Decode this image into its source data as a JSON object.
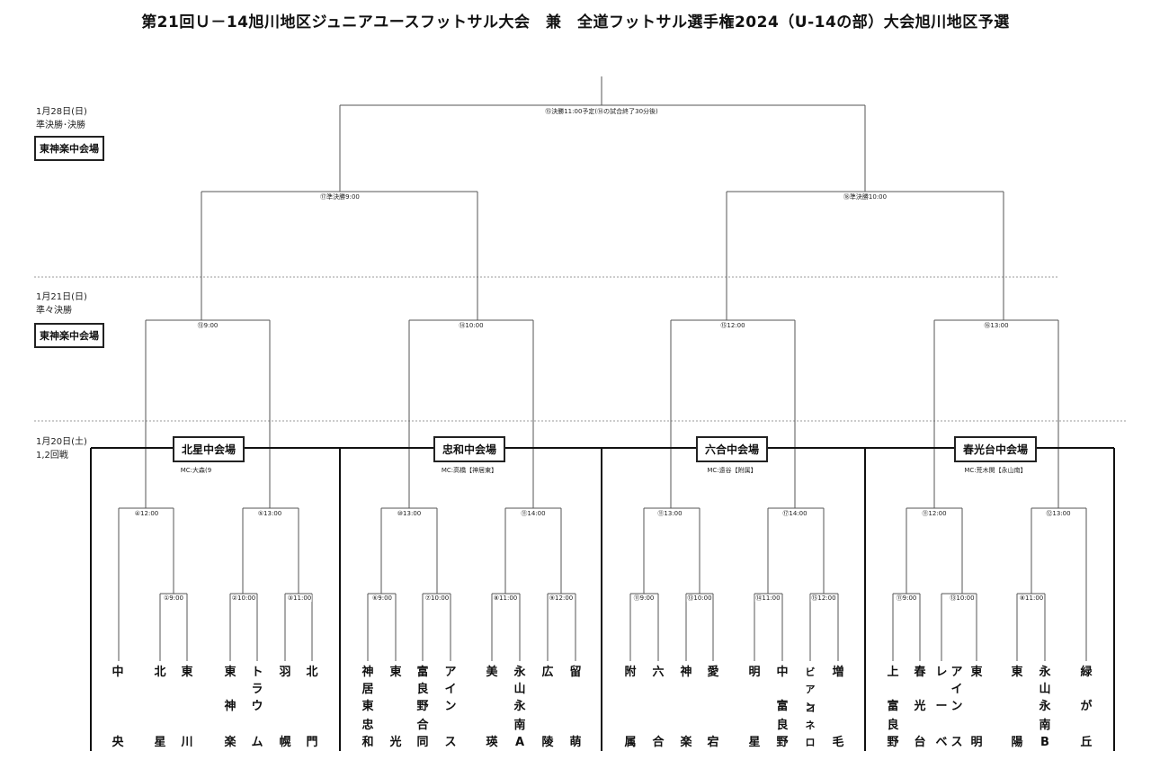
{
  "title": "第21回Ｕ－14旭川地区ジュニアユースフットサル大会　兼　全道フットサル選手権2024（U-14の部）大会旭川地区予選",
  "days": [
    {
      "date": "1月28日(日)",
      "round": "準決勝･決勝",
      "venue": "東神楽中会場"
    },
    {
      "date": "1月21日(日)",
      "round": "準々決勝",
      "venue": "東神楽中会場"
    },
    {
      "date": "1月20日(土)",
      "round": "1,2回戦"
    }
  ],
  "venues": [
    {
      "name": "北星中会場",
      "mc": "MC:大森(9"
    },
    {
      "name": "忠和中会場",
      "mc": "MC:高橋【神居東】"
    },
    {
      "name": "六合中会場",
      "mc": "MC:遠谷【附属】"
    },
    {
      "name": "春光台中会場",
      "mc": "MC:荒木関【永山南】"
    }
  ],
  "matches": {
    "final": "⑮決勝11:00予定(⑭の試合終了30分後)",
    "sf1": "⑰準決勝9:00",
    "sf2": "⑱準決勝10:00",
    "qf1": "⑬9:00",
    "qf2": "⑭10:00",
    "qf3": "⑮12:00",
    "qf4": "⑯13:00",
    "r2_1": "④12:00",
    "r2_2": "⑤13:00",
    "r2_3": "⑩13:00",
    "r2_4": "⑪14:00",
    "r2_5": "⑪13:00",
    "r2_6": "⑰14:00",
    "r2_7": "⑪12:00",
    "r2_8": "⑫13:00",
    "r1_1": "①9:00",
    "r1_2": "②10:00",
    "r1_3": "③11:00",
    "r1_4": "⑥9:00",
    "r1_5": "⑦10:00",
    "r1_6": "⑧11:00",
    "r1_7": "⑨12:00",
    "r1_8": "⑪9:00",
    "r1_9": "⑬10:00",
    "r1_10": "⑭11:00",
    "r1_11": "⑮12:00",
    "r1_12": "⑪9:00",
    "r1_13": "⑬10:00",
    "r1_14": "⑧11:00"
  },
  "teams": [
    {
      "top": "中",
      "bottom": "央"
    },
    {
      "top": "北",
      "bottom": "星"
    },
    {
      "top": "東",
      "bottom": "川"
    },
    {
      "top": "東\n\n神",
      "bottom": "楽"
    },
    {
      "top": "ト\nラ\nウ",
      "bottom": "ム"
    },
    {
      "top": "羽",
      "bottom": "幌"
    },
    {
      "top": "北",
      "bottom": "門"
    },
    {
      "top": "神\n居\n東",
      "bottom": "忠\n和"
    },
    {
      "top": "東",
      "bottom": "光"
    },
    {
      "top": "富\n良\n野",
      "bottom": "合\n同"
    },
    {
      "top": "ア\nイ\nン",
      "bottom": "ス"
    },
    {
      "top": "美",
      "bottom": "瑛"
    },
    {
      "top": "永\n山\n永",
      "bottom": "南\nA"
    },
    {
      "top": "広",
      "bottom": "陵"
    },
    {
      "top": "留",
      "bottom": "萌"
    },
    {
      "top": "附",
      "bottom": "属"
    },
    {
      "top": "六",
      "bottom": "合"
    },
    {
      "top": "神",
      "bottom": "楽"
    },
    {
      "top": "愛",
      "bottom": "宕"
    },
    {
      "top": "明",
      "bottom": "星"
    },
    {
      "top": "中\n\n富",
      "bottom": "良\n野"
    },
    {
      "top": "ビ\nア\nン",
      "bottom": "コ\nネ\nロ"
    },
    {
      "top": "増",
      "bottom": "毛"
    },
    {
      "top": "上\n\n富",
      "bottom": "良\n野"
    },
    {
      "top": "春\n\n光",
      "bottom": "台"
    },
    {
      "top": "レ\n\nー",
      "bottom": "ベ"
    },
    {
      "top": "ア\nイ\nン",
      "bottom": "ス"
    },
    {
      "top": "東",
      "bottom": "明"
    },
    {
      "top": "東",
      "bottom": "陽"
    },
    {
      "top": "永\n山\n永",
      "bottom": "南\nB"
    },
    {
      "top": "緑\n\nが",
      "bottom": "丘"
    }
  ]
}
